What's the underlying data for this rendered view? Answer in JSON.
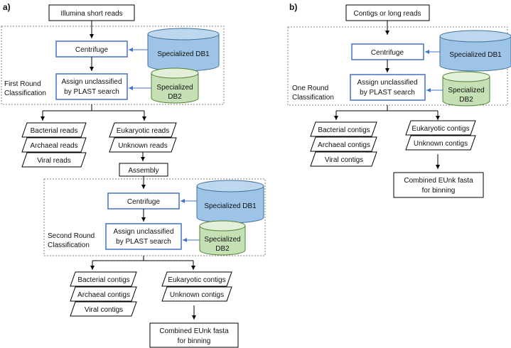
{
  "panel_a": {
    "letter": "a)",
    "input": "Illumina short reads",
    "round1": {
      "label_line1": "First Round",
      "label_line2": "Classification",
      "centrifuge": "Centrifuge",
      "assign_line1": "Assign unclassified",
      "assign_line2": "by PLAST search",
      "db1": "Specialized DB1",
      "db2_line1": "Specialized",
      "db2_line2": "DB2"
    },
    "reads_left": [
      "Bacterial reads",
      "Archaeal reads",
      "Viral reads"
    ],
    "reads_right": [
      "Eukaryotic reads",
      "Unknown reads"
    ],
    "assembly": "Assembly",
    "round2": {
      "label_line1": "Second Round",
      "label_line2": "Classification",
      "centrifuge": "Centrifuge",
      "assign_line1": "Assign unclassified",
      "assign_line2": "by PLAST search",
      "db1": "Specialized DB1",
      "db2_line1": "Specialized",
      "db2_line2": "DB2"
    },
    "contigs_left": [
      "Bacterial contigs",
      "Archaeal contigs",
      "Viral contigs"
    ],
    "contigs_right": [
      "Eukaryotic contigs",
      "Unknown contigs"
    ],
    "final_line1": "Combined EUnk fasta",
    "final_line2": "for binning"
  },
  "panel_b": {
    "letter": "b)",
    "input": "Contigs or long reads",
    "round": {
      "label_line1": "One Round",
      "label_line2": "Classification",
      "centrifuge": "Centrifuge",
      "assign_line1": "Assign unclassified",
      "assign_line2": "by PLAST search",
      "db1": "Specialized DB1",
      "db2_line1": "Specialized",
      "db2_line2": "DB2"
    },
    "contigs_left": [
      "Bacterial contigs",
      "Archaeal contigs",
      "Viral contigs"
    ],
    "contigs_right": [
      "Eukaryotic contigs",
      "Unknown contigs"
    ],
    "final_line1": "Combined EUnk fasta",
    "final_line2": "for binning"
  },
  "colors": {
    "process_border": "#4472c4",
    "db1_fill": "#9dc3e6",
    "db1_stroke": "#41719c",
    "db2_fill": "#c5e0b4",
    "db2_stroke": "#548235",
    "arrow_blue": "#4472c4",
    "line": "#000000",
    "dashed": "#7f7f7f"
  }
}
